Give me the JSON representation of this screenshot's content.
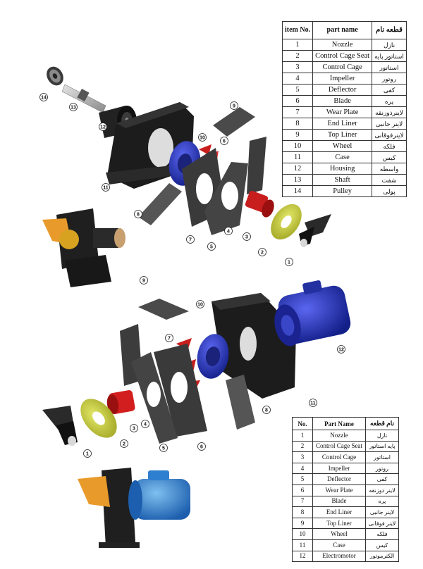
{
  "table1": {
    "headers": {
      "no": "item No.",
      "name": "part name",
      "fa": "قطعه نام"
    },
    "rows": [
      {
        "no": "1",
        "name": "Nozzle",
        "fa": "نازل"
      },
      {
        "no": "2",
        "name": "Control Cage Seat",
        "fa": "استاتور پایه"
      },
      {
        "no": "3",
        "name": "Control Cage",
        "fa": "استاتور"
      },
      {
        "no": "4",
        "name": "Impeller",
        "fa": "روتور"
      },
      {
        "no": "5",
        "name": "Deflector",
        "fa": "کفی"
      },
      {
        "no": "6",
        "name": "Blade",
        "fa": "پره"
      },
      {
        "no": "7",
        "name": "Wear Plate",
        "fa": "لاینرذوزنقه"
      },
      {
        "no": "8",
        "name": "End Liner",
        "fa": "لاینر جانبی"
      },
      {
        "no": "9",
        "name": "Top Liner",
        "fa": "لاینرفوقانی"
      },
      {
        "no": "10",
        "name": "Wheel",
        "fa": "فلکه"
      },
      {
        "no": "11",
        "name": "Case",
        "fa": "کیس"
      },
      {
        "no": "12",
        "name": "Housing",
        "fa": "واسطه"
      },
      {
        "no": "13",
        "name": "Shaft",
        "fa": "شفت"
      },
      {
        "no": "14",
        "name": "Pulley",
        "fa": "پولی"
      }
    ]
  },
  "table2": {
    "headers": {
      "no": "No.",
      "name": "Part Name",
      "fa": "نام قطعه"
    },
    "rows": [
      {
        "no": "1",
        "name": "Nozzle",
        "fa": "نازل"
      },
      {
        "no": "2",
        "name": "Control Cage Seat",
        "fa": "پایه استاتور"
      },
      {
        "no": "3",
        "name": "Control Cage",
        "fa": "استاتور"
      },
      {
        "no": "4",
        "name": "Impeller",
        "fa": "روتور"
      },
      {
        "no": "5",
        "name": "Deflector",
        "fa": "کفی"
      },
      {
        "no": "6",
        "name": "Wear Plate",
        "fa": "لاینر ذوزنقه"
      },
      {
        "no": "7",
        "name": "Blade",
        "fa": "پره"
      },
      {
        "no": "8",
        "name": "End Liner",
        "fa": "لاینر جانبی"
      },
      {
        "no": "9",
        "name": "Top Liner",
        "fa": "لاینر فوقانی"
      },
      {
        "no": "10",
        "name": "Wheel",
        "fa": "فلکه"
      },
      {
        "no": "11",
        "name": "Case",
        "fa": "کیس"
      },
      {
        "no": "12",
        "name": "Electromotor",
        "fa": "الکترموتور"
      }
    ]
  },
  "callouts_top": [
    "1",
    "2",
    "3",
    "4",
    "5",
    "6",
    "7",
    "8",
    "9",
    "10",
    "11",
    "12",
    "13",
    "14"
  ],
  "callouts_bottom": [
    "1",
    "2",
    "3",
    "4",
    "5",
    "6",
    "7",
    "8",
    "9",
    "10",
    "11",
    "12"
  ],
  "colors": {
    "case": "#1c1c1c",
    "liner": "#555555",
    "wheel": "#2c3cc8",
    "blade": "#c81e1e",
    "cage": "#d21e1e",
    "seat": "#c8cc3c",
    "nozzle": "#e89a2a",
    "motor": "#2a36b0",
    "motor_photo": "#2f7fd0"
  }
}
